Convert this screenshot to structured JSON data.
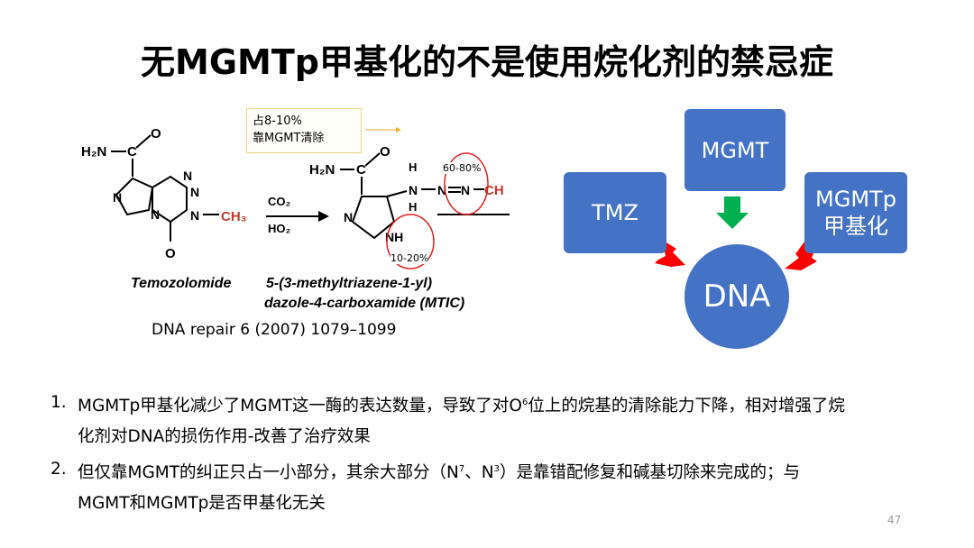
{
  "title": "无MGMTp甲基化的不是使用烷化剂的禁忌症",
  "figure": {
    "note_line1": "占8-10%",
    "note_line2": "靠MGMT清除",
    "label_60_80": "60-80%",
    "label_10_20": "10-20%",
    "compound1_name": "Temozolomide",
    "compound2_name_line1": "5-(3-methyltriazene-1-yl)",
    "compound2_name_line2": "dazole-4-carboxamide (MTIC)",
    "citation": "DNA repair 6 (2007) 1079–1099"
  },
  "diagram": {
    "mgmt": "MGMT",
    "tmz": "TMZ",
    "mgmtp_line1": "MGMTp",
    "mgmtp_line2": "甲基化",
    "dna": "DNA",
    "colors": {
      "box": "#4472c4",
      "red_arrow": "#ff0000",
      "green_arrow": "#00b050"
    }
  },
  "list": [
    {
      "number": "1.",
      "line1_a": "MGMTp甲基化减少了MGMT这一酶的表达数量，导致了对O",
      "line1_sup": "6",
      "line1_b": "位上的烷基的清除能力下降，相对增强了烷",
      "line2": "化剂对DNA的损伤作用-改善了治疗效果"
    },
    {
      "number": "2.",
      "line1_a": "但仅靠MGMT的纠正只占一小部分，其余大部分（N",
      "sup1": "7",
      "line1_b": "、N",
      "sup2": "3",
      "line1_c": "）是靠错配修复和碱基切除来完成的；与",
      "line2": "MGMT和MGMTp是否甲基化无关"
    }
  ],
  "page_number": "47"
}
